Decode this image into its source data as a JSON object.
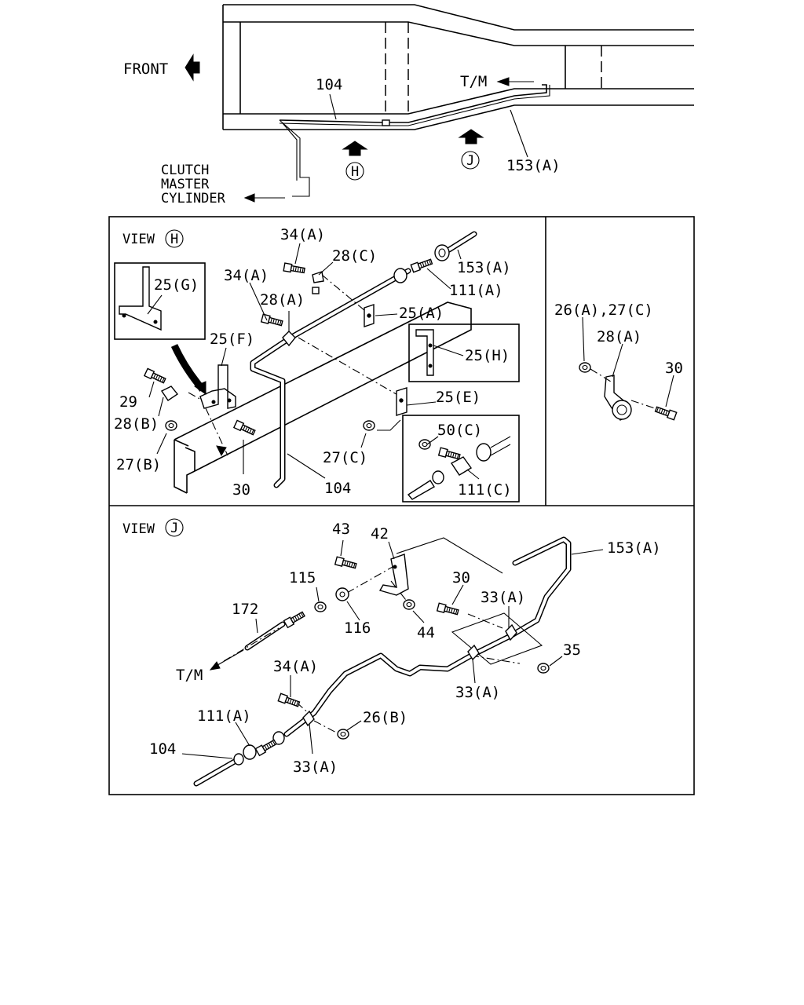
{
  "overview": {
    "front": "FRONT",
    "tm": "T/M",
    "clutch_master_cylinder": [
      "CLUTCH",
      "MASTER",
      "CYLINDER"
    ],
    "p104": "104",
    "p153a": "153(A)",
    "view_h": "H",
    "view_j": "J"
  },
  "view_h_panel": {
    "title": "VIEW",
    "circle": "H",
    "labels": {
      "l34a_top": "34(A)",
      "l28c": "28(C)",
      "l153a": "153(A)",
      "l34a_left": "34(A)",
      "l111a": "111(A)",
      "l28a": "28(A)",
      "l25a": "25(A)",
      "l25g": "25(G)",
      "l25f": "25(F)",
      "l25h": "25(H)",
      "l29": "29",
      "l28b": "28(B)",
      "l25e": "25(E)",
      "l27b": "27(B)",
      "l50c": "50(C)",
      "l27c": "27(C)",
      "l30": "30",
      "l104": "104",
      "l111c": "111(C)"
    }
  },
  "side_panel": {
    "labels": {
      "l26a27c": "26(A),27(C)",
      "l28a": "28(A)",
      "l30": "30"
    }
  },
  "view_j_panel": {
    "title": "VIEW",
    "circle": "J",
    "labels": {
      "l43": "43",
      "l42": "42",
      "l153a": "153(A)",
      "l115": "115",
      "l30": "30",
      "l33a_top": "33(A)",
      "l172": "172",
      "l116": "116",
      "l44": "44",
      "l35": "35",
      "ltm": "T/M",
      "l34a": "34(A)",
      "l33a_mid": "33(A)",
      "l111a": "111(A)",
      "l26b": "26(B)",
      "l104": "104",
      "l33a_bot": "33(A)"
    }
  }
}
